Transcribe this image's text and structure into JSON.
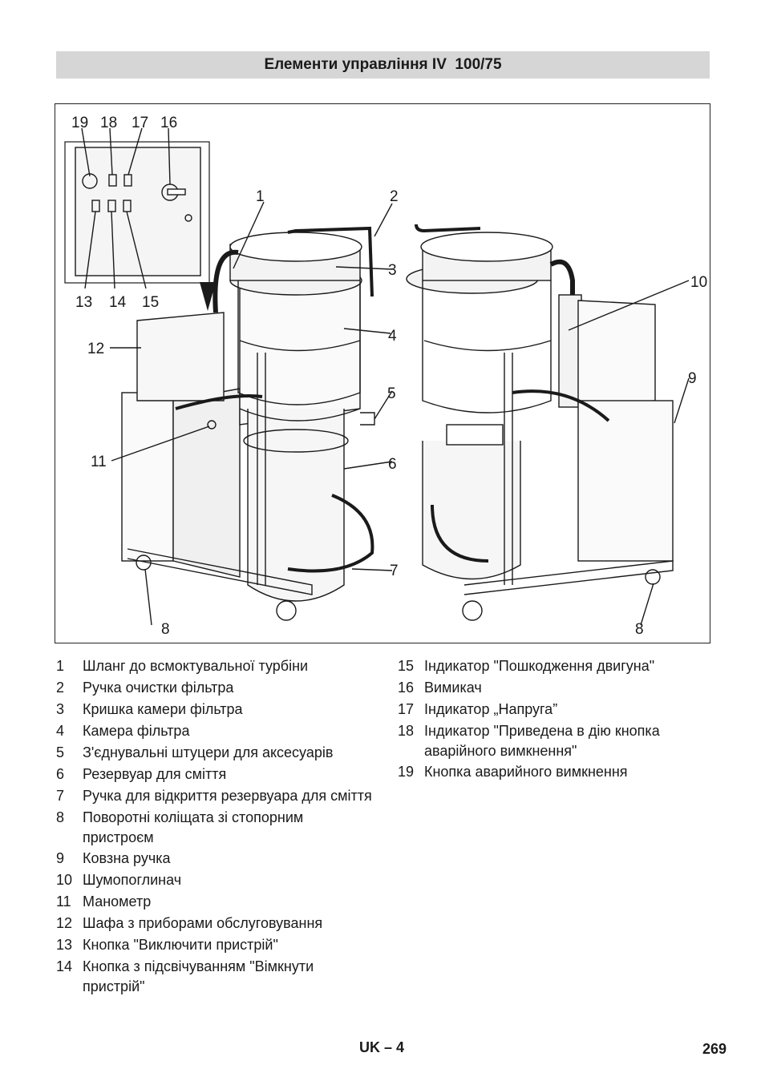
{
  "header": {
    "title": "Елементи управління IV  100/75"
  },
  "figure": {
    "callouts": {
      "c19": "19",
      "c18": "18",
      "c17": "17",
      "c16": "16",
      "c13": "13",
      "c14": "14",
      "c15": "15",
      "c1": "1",
      "c2": "2",
      "c3": "3",
      "c4": "4",
      "c5": "5",
      "c6": "6",
      "c7": "7",
      "c8a": "8",
      "c8b": "8",
      "c9": "9",
      "c10": "10",
      "c11": "11",
      "c12": "12"
    }
  },
  "legend": {
    "left": [
      {
        "num": "1",
        "text": "Шланг до всмоктувальної турбіни"
      },
      {
        "num": "2",
        "text": "Ручка очистки фільтра"
      },
      {
        "num": "3",
        "text": "Кришка камери фільтра"
      },
      {
        "num": "4",
        "text": "Камера фільтра"
      },
      {
        "num": "5",
        "text": "З'єднувальні штуцери для аксесуарів"
      },
      {
        "num": "6",
        "text": "Резервуар для сміття"
      },
      {
        "num": "7",
        "text": "Ручка для відкриття резервуара для сміття"
      },
      {
        "num": "8",
        "text": "Поворотні коліщата зі стопорним пристроєм"
      },
      {
        "num": "9",
        "text": "Ковзна ручка"
      },
      {
        "num": "10",
        "text": "Шумопоглинач"
      },
      {
        "num": "11",
        "text": "Манометр"
      },
      {
        "num": "12",
        "text": "Шафа з приборами обслуговування"
      },
      {
        "num": "13",
        "text": "Кнопка \"Виключити  пристрій\""
      },
      {
        "num": "14",
        "text": "Кнопка з підсвічуванням \"Вімкнути пристрій\""
      }
    ],
    "right": [
      {
        "num": "15",
        "text": "Індикатор \"Пошкодження двигуна\""
      },
      {
        "num": "16",
        "text": "Вимикач"
      },
      {
        "num": "17",
        "text": "Індикатор „Напруга”"
      },
      {
        "num": "18",
        "text": "Індикатор \"Приведена в дію кнопка аварійного вимкнення\""
      },
      {
        "num": "19",
        "text": "Кнопка аварийного вимкнення"
      }
    ]
  },
  "footer": {
    "section": "UK – 4",
    "page": "269"
  }
}
